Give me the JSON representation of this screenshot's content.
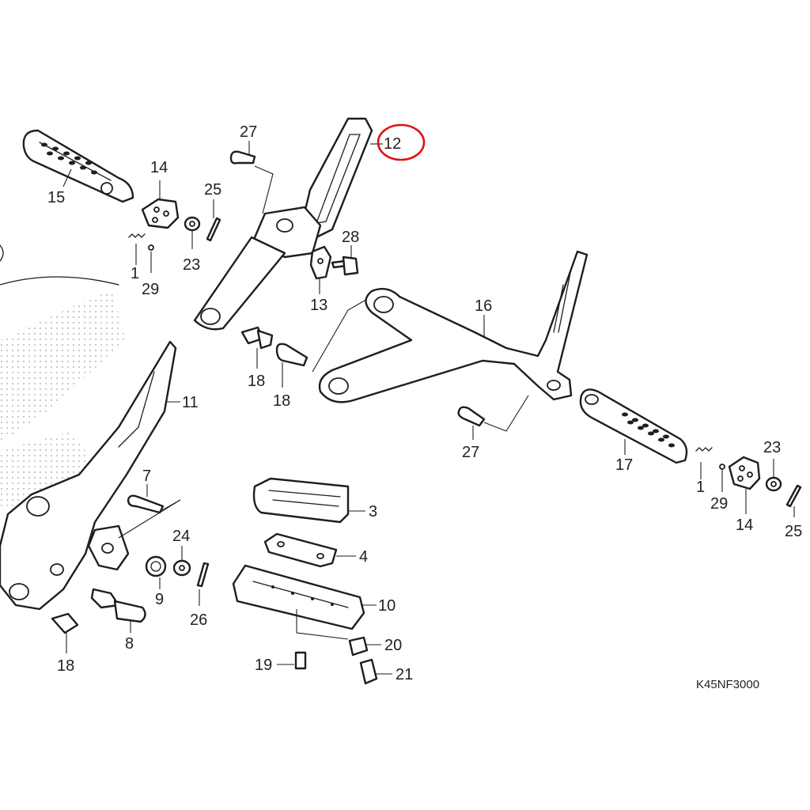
{
  "diagram_code": "K45NF3000",
  "callouts": [
    {
      "id": "c1a",
      "text": "1"
    },
    {
      "id": "c1b",
      "text": "1"
    },
    {
      "id": "c3",
      "text": "3"
    },
    {
      "id": "c4",
      "text": "4"
    },
    {
      "id": "c7",
      "text": "7"
    },
    {
      "id": "c8",
      "text": "8"
    },
    {
      "id": "c9",
      "text": "9"
    },
    {
      "id": "c10",
      "text": "10"
    },
    {
      "id": "c11",
      "text": "11"
    },
    {
      "id": "c12",
      "text": "12"
    },
    {
      "id": "c13",
      "text": "13"
    },
    {
      "id": "c14a",
      "text": "14"
    },
    {
      "id": "c14b",
      "text": "14"
    },
    {
      "id": "c15",
      "text": "15"
    },
    {
      "id": "c16",
      "text": "16"
    },
    {
      "id": "c17",
      "text": "17"
    },
    {
      "id": "c18a",
      "text": "18"
    },
    {
      "id": "c18b",
      "text": "18"
    },
    {
      "id": "c18c",
      "text": "18"
    },
    {
      "id": "c19",
      "text": "19"
    },
    {
      "id": "c20",
      "text": "20"
    },
    {
      "id": "c21",
      "text": "21"
    },
    {
      "id": "c23a",
      "text": "23"
    },
    {
      "id": "c23b",
      "text": "23"
    },
    {
      "id": "c24",
      "text": "24"
    },
    {
      "id": "c25a",
      "text": "25"
    },
    {
      "id": "c25b",
      "text": "25"
    },
    {
      "id": "c26",
      "text": "26"
    },
    {
      "id": "c27a",
      "text": "27"
    },
    {
      "id": "c27b",
      "text": "27"
    },
    {
      "id": "c28",
      "text": "28"
    },
    {
      "id": "c29a",
      "text": "29"
    },
    {
      "id": "c29b",
      "text": "29"
    }
  ],
  "highlight": {
    "callout": "12",
    "color": "#e01010"
  },
  "colors": {
    "line": "#1e1e1e",
    "background": "#ffffff",
    "hatch": "#c8c8c8"
  }
}
